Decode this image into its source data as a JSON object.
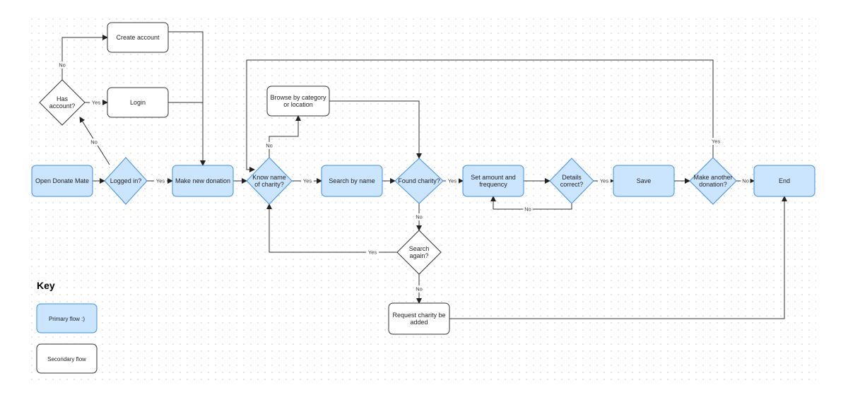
{
  "nodes": {
    "open": [
      "Open Donate Mate"
    ],
    "logged": [
      "Logged in?"
    ],
    "make": [
      "Make new donation"
    ],
    "has_account": [
      "Has",
      "account?"
    ],
    "create": [
      "Create account"
    ],
    "login": [
      "Login"
    ],
    "know": [
      "Know name",
      "of charity?"
    ],
    "browse": [
      "Browse by category",
      "or location"
    ],
    "search": [
      "Search by name"
    ],
    "found": [
      "Found charity?"
    ],
    "search_again": [
      "Search",
      "again?"
    ],
    "request": [
      "Request charity be",
      "added"
    ],
    "set_amount": [
      "Set amount and",
      "frequency"
    ],
    "details": [
      "Details",
      "correct?"
    ],
    "save": [
      "Save"
    ],
    "another": [
      "Make another",
      "donation?"
    ],
    "end": [
      "End"
    ]
  },
  "edge_labels": {
    "logged_yes": "Yes",
    "logged_no": "No",
    "has_yes": "Yes",
    "has_no": "No",
    "know_yes": "Yes",
    "know_no": "No",
    "found_yes": "Yes",
    "found_no": "No",
    "again_yes": "Yes",
    "again_no": "No",
    "details_yes": "Yes",
    "details_no": "No",
    "another_yes": "Yes",
    "another_no": "No"
  },
  "key": {
    "title": "Key",
    "primary": "Primary flow :)",
    "secondary": "Secondary flow"
  },
  "colors": {
    "primary_fill": "#cce5ff",
    "primary_stroke": "#3d8fe6",
    "secondary_fill": "#ffffff",
    "secondary_stroke": "#333333"
  }
}
